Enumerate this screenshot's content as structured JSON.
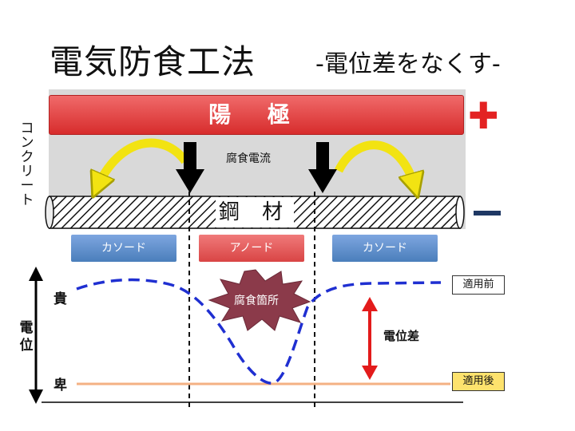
{
  "title": "電気防食工法",
  "subtitle": "-電位差をなくす-",
  "anode": "陽 極",
  "plus": "✚",
  "concrete": "コンクリート",
  "current": "腐食電流",
  "steel": "鋼 材",
  "zones": {
    "cathode_left": "カソード",
    "anode": "アノード",
    "cathode_right": "カソード"
  },
  "potential_axis": "電位",
  "noble": "貴",
  "base": "卑",
  "corrosion_spot": "腐食箇所",
  "potential_difference": "電位差",
  "before": "適用前",
  "after": "適用後",
  "colors": {
    "anode": "#d72c2c",
    "cathode": "#4a7ebb",
    "dashed_curve": "#1f2fd1",
    "after_line": "#f4b183",
    "arrow_red": "#e31b1b",
    "burst": "#8b3a4a"
  }
}
